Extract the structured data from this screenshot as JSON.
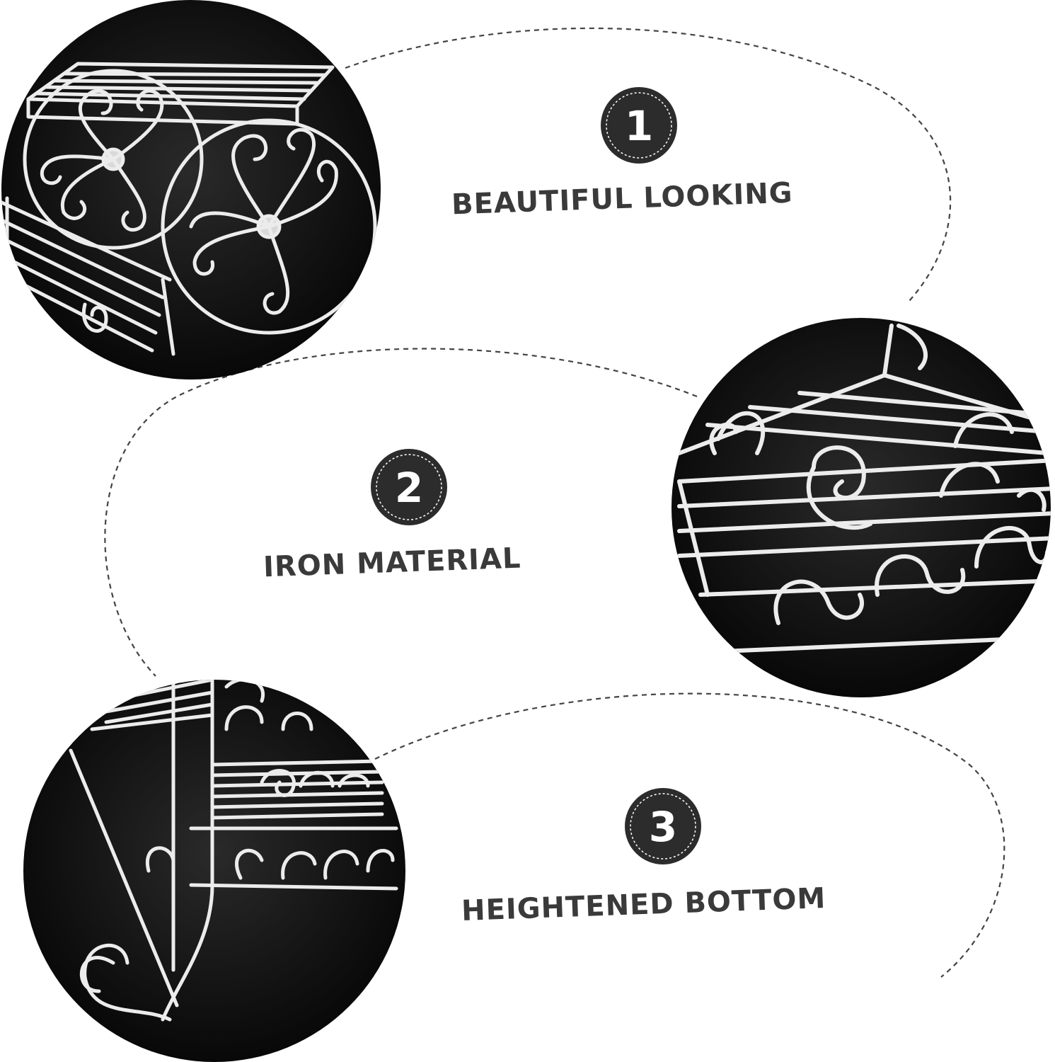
{
  "features": [
    {
      "number": "1",
      "label": "BEAUTIFUL LOOKING",
      "photo_icon": "scroll-wheel-shelf-photo"
    },
    {
      "number": "2",
      "label": "IRON MATERIAL",
      "photo_icon": "wire-shelf-photo"
    },
    {
      "number": "3",
      "label": "HEIGHTENED BOTTOM",
      "photo_icon": "curled-leg-photo"
    }
  ],
  "colors": {
    "badge": "#2c2c2c",
    "text": "#3a3a3a",
    "dash": "#444444",
    "photo_bg": "#0b0b0b",
    "metal": "#ececec"
  }
}
